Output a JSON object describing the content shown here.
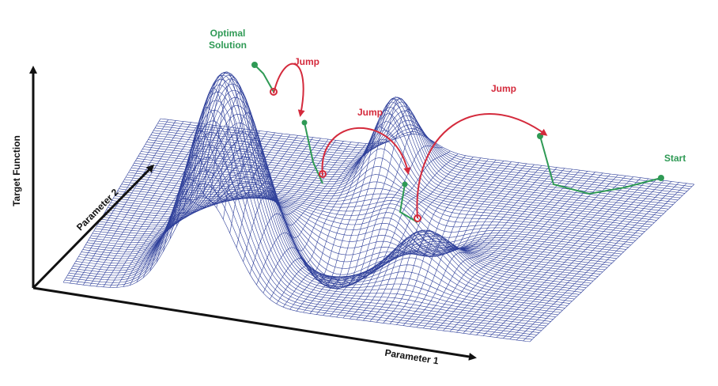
{
  "labels": {
    "target_function": "Target Function",
    "parameter1": "Parameter 1",
    "parameter2": "Parameter 2",
    "optimal_line1": "Optimal",
    "optimal_line2": "Solution",
    "start": "Start",
    "jump": "Jump"
  },
  "colors": {
    "mesh": "#2e3f9a",
    "axis": "#111111",
    "jump": "#d42a3c",
    "path": "#2f9a55",
    "background": "#ffffff"
  }
}
